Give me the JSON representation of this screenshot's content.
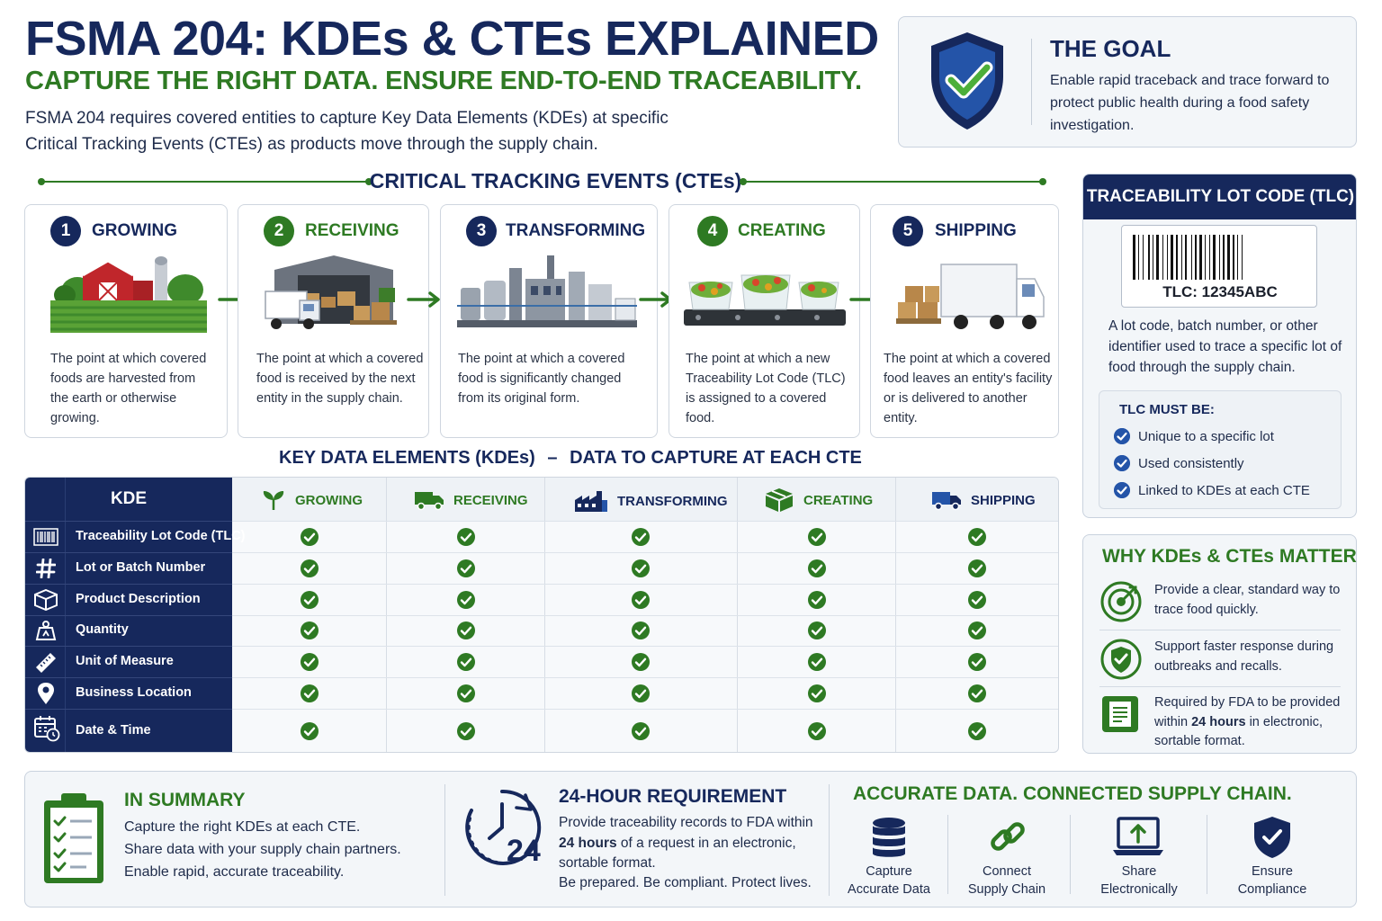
{
  "header": {
    "title": "FSMA 204: KDEs & CTEs EXPLAINED",
    "subtitle": "CAPTURE THE RIGHT DATA. ENSURE END-TO-END TRACEABILITY.",
    "intro_line1": "FSMA 204 requires covered entities to capture Key Data Elements (KDEs) at specific",
    "intro_line2": "Critical Tracking Events (CTEs) as products move through the supply chain."
  },
  "goal": {
    "title": "THE GOAL",
    "text": "Enable rapid traceback and trace forward to protect public health during a food safety investigation."
  },
  "cte": {
    "heading": "CRITICAL TRACKING EVENTS (CTEs)",
    "cards": [
      {
        "number": "1",
        "title": "GROWING",
        "text": "The point at which covered foods are harvested from the earth or otherwise growing."
      },
      {
        "number": "2",
        "title": "RECEIVING",
        "text": "The point at which a covered food is received by the next entity in the supply chain."
      },
      {
        "number": "3",
        "title": "TRANSFORMING",
        "text": "The point at which a covered food is significantly changed from its original form."
      },
      {
        "number": "4",
        "title": "CREATING",
        "text": "The point at which a new Traceability Lot Code (TLC) is assigned to a covered food."
      },
      {
        "number": "5",
        "title": "SHIPPING",
        "text": "The point at which a covered food leaves an entity's facility or is delivered to another entity."
      }
    ]
  },
  "kde": {
    "heading_main": "KEY DATA ELEMENTS (KDEs)",
    "heading_dash": "–",
    "heading_sub": "DATA TO CAPTURE AT EACH CTE",
    "table": {
      "first_header": "KDE",
      "columns": [
        "GROWING",
        "RECEIVING",
        "TRANSFORMING",
        "CREATING",
        "SHIPPING"
      ],
      "rows": [
        {
          "label": "Traceability Lot Code (TLC)",
          "icon": "barcode-icon",
          "checks": [
            true,
            true,
            true,
            true,
            true
          ]
        },
        {
          "label": "Lot or Batch Number",
          "icon": "hash-icon",
          "checks": [
            true,
            true,
            true,
            true,
            true
          ]
        },
        {
          "label": "Product Description",
          "icon": "box-icon",
          "checks": [
            true,
            true,
            true,
            true,
            true
          ]
        },
        {
          "label": "Quantity",
          "icon": "weight-icon",
          "checks": [
            true,
            true,
            true,
            true,
            true
          ]
        },
        {
          "label": "Unit of Measure",
          "icon": "ruler-icon",
          "checks": [
            true,
            true,
            true,
            true,
            true
          ]
        },
        {
          "label": "Business Location",
          "icon": "location-pin-icon",
          "checks": [
            true,
            true,
            true,
            true,
            true
          ]
        },
        {
          "label": "Date & Time",
          "icon": "calendar-clock-icon",
          "checks": [
            true,
            true,
            true,
            true,
            true
          ]
        }
      ]
    }
  },
  "tlc": {
    "heading": "TRACEABILITY LOT CODE (TLC)",
    "barcode_label": "TLC: 12345ABC",
    "description": "A lot code, batch number, or other identifier used to trace a specific lot of food through the supply chain.",
    "must_title": "TLC MUST BE:",
    "must_items": [
      "Unique to a specific lot",
      "Used consistently",
      "Linked to KDEs at each CTE"
    ]
  },
  "why": {
    "title": "WHY KDEs & CTEs MATTER",
    "item1": "Provide a clear, standard way to trace food quickly.",
    "item2": "Support faster response during outbreaks and recalls.",
    "item3_before": "Required by FDA to be provided within ",
    "item3_bold": "24 hours",
    "item3_after": " in electronic, sortable format."
  },
  "summary": {
    "title": "IN SUMMARY",
    "lines": [
      "Capture the right KDEs at each CTE.",
      "Share data with your supply chain partners.",
      "Enable rapid, accurate traceability."
    ]
  },
  "requirement": {
    "clock_number": "24",
    "title": "24-HOUR REQUIREMENT",
    "text_before": "Provide traceability records to FDA within ",
    "text_bold": "24 hours",
    "text_after": " of a request in an electronic, sortable format.",
    "tagline": "Be prepared. Be compliant. Protect lives."
  },
  "accurate": {
    "title": "ACCURATE DATA. CONNECTED SUPPLY CHAIN.",
    "items": [
      {
        "line1": "Capture",
        "line2": "Accurate Data",
        "icon": "database-icon"
      },
      {
        "line1": "Connect",
        "line2": "Supply Chain",
        "icon": "chain-link-icon"
      },
      {
        "line1": "Share",
        "line2": "Electronically",
        "icon": "laptop-upload-icon"
      },
      {
        "line1": "Ensure",
        "line2": "Compliance",
        "icon": "shield-check-icon"
      }
    ]
  },
  "colors": {
    "navy": "#16285c",
    "green": "#2e7a23",
    "blue_check": "#2454a8"
  }
}
